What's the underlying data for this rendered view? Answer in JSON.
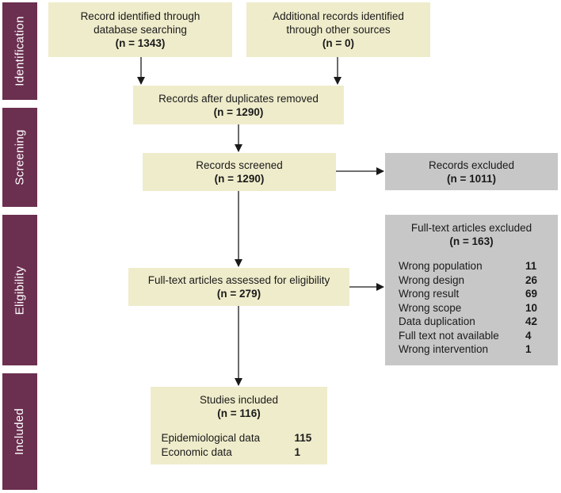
{
  "phases": {
    "identification": "Identification",
    "screening": "Screening",
    "eligibility": "Eligibility",
    "included": "Included"
  },
  "boxes": {
    "database": {
      "text": "Record identified through database searching",
      "n": "(n = 1343)"
    },
    "other_sources": {
      "text": "Additional records identified through other sources",
      "n": "(n = 0)"
    },
    "after_duplicates": {
      "text": "Records after duplicates removed",
      "n": "(n = 1290)"
    },
    "screened": {
      "text": "Records screened",
      "n": "(n = 1290)"
    },
    "excluded": {
      "text": "Records excluded",
      "n": "(n = 1011)"
    },
    "fulltext_assessed": {
      "text": "Full-text articles assessed for eligibility",
      "n": "(n = 279)"
    },
    "fulltext_excluded": {
      "text": "Full-text articles excluded",
      "n": "(n = 163)",
      "reasons": [
        {
          "label": "Wrong population",
          "value": "11"
        },
        {
          "label": "Wrong design",
          "value": "26"
        },
        {
          "label": "Wrong result",
          "value": "69"
        },
        {
          "label": "Wrong scope",
          "value": "10"
        },
        {
          "label": "Data duplication",
          "value": "42"
        },
        {
          "label": "Full text not available",
          "value": "4"
        },
        {
          "label": "Wrong intervention",
          "value": "1"
        }
      ]
    },
    "included": {
      "text": "Studies included",
      "n": "(n = 116)",
      "breakdown": [
        {
          "label": "Epidemiological data",
          "value": "115"
        },
        {
          "label": "Economic data",
          "value": "1"
        }
      ]
    }
  },
  "colors": {
    "phase": "#6b2f4f",
    "box": "#efeccb",
    "excluded_box": "#c7c7c7"
  }
}
